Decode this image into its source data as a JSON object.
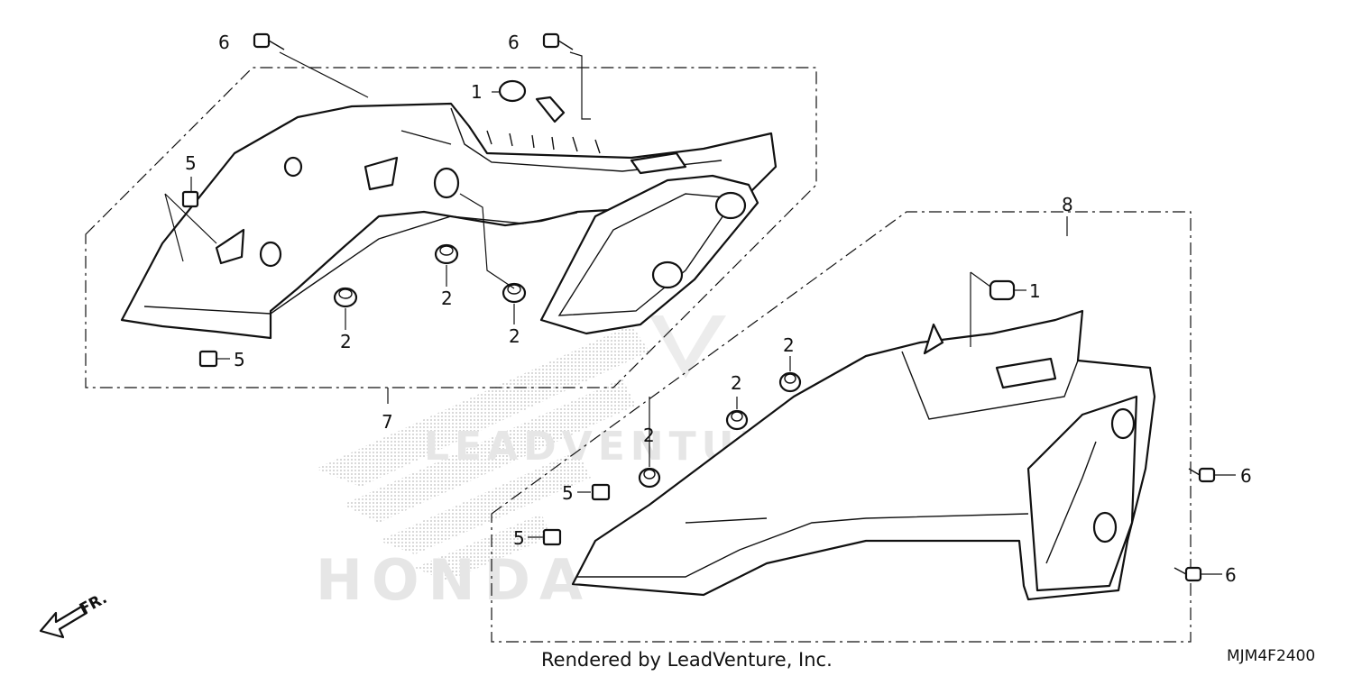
{
  "diagram": {
    "callouts": {
      "clip_1": "1",
      "grommet_2": "2",
      "clip_5": "5",
      "screw_6": "6",
      "cover_left_7": "7",
      "cover_right_8": "8"
    },
    "direction_label": "FR.",
    "watermark": {
      "brand_text": "LEADVENTURE",
      "maker_text": "HONDA"
    }
  },
  "footer": {
    "render_credit": "Rendered by LeadVenture, Inc.",
    "diagram_code": "MJM4F2400"
  }
}
